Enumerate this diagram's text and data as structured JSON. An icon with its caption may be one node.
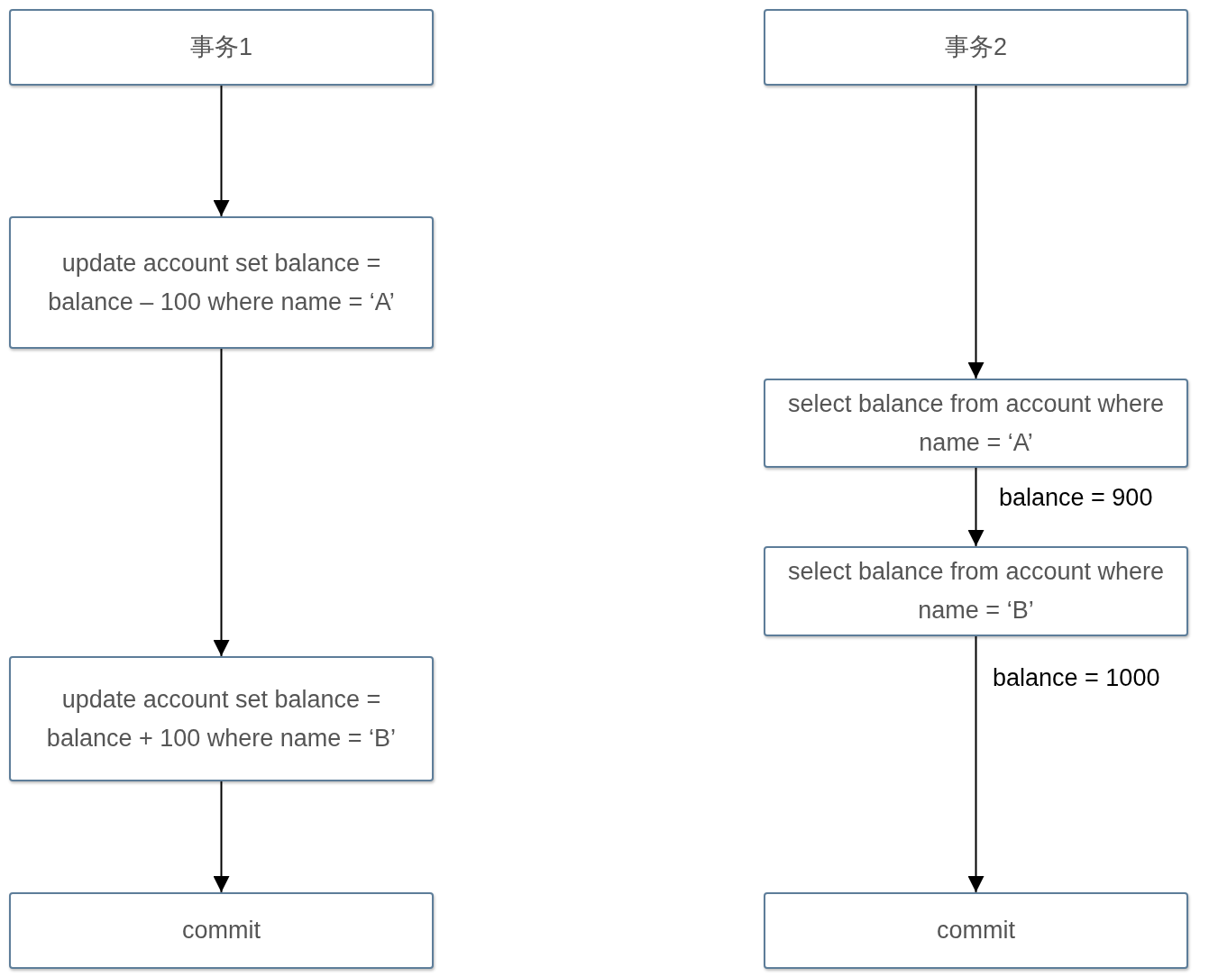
{
  "diagram": {
    "nodes": [
      {
        "text": [
          "事务1"
        ]
      },
      {
        "text": [
          "update account set balance = balance – 100 where name = ‘A’"
        ]
      },
      {
        "text": [
          "update account set balance = balance + 100 where name = ‘B’"
        ]
      },
      {
        "text": [
          "commit"
        ]
      },
      {
        "text": [
          "事务2"
        ]
      },
      {
        "text": [
          "select balance from account where name = ‘A’"
        ]
      },
      {
        "text": [
          "select balance from account where name = ‘B’"
        ]
      },
      {
        "text": [
          "commit"
        ]
      }
    ],
    "edges": [
      {
        "from": 0,
        "to": 1,
        "arrow": "to"
      },
      {
        "from": 1,
        "to": 2,
        "arrow": "to"
      },
      {
        "from": 2,
        "to": 3,
        "arrow": "to"
      },
      {
        "from": 4,
        "to": 5,
        "arrow": "to"
      },
      {
        "from": 5,
        "to": 6,
        "arrow": "to",
        "label": "balance =  900"
      },
      {
        "from": 6,
        "to": 7,
        "arrow": "to",
        "label": "balance =  1000"
      }
    ]
  }
}
